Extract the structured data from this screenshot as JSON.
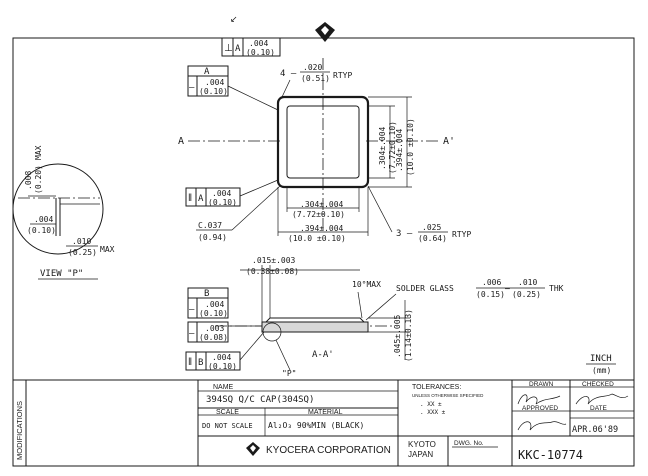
{
  "logo": {
    "company_mark": "KYOCERA symbol"
  },
  "top_fcf": {
    "symbol": "⊥",
    "datum": "A",
    "tol": ".004",
    "tol_mm": "(0.10)"
  },
  "corner_note": {
    "prefix": "4 —",
    "val": ".020",
    "val_mm": "(0.51)",
    "suffix": "RTYP"
  },
  "datum_a_box": {
    "label": "A",
    "tol": ".004",
    "tol_mm": "(0.10)"
  },
  "section_letters": {
    "left": "A",
    "right": "A'"
  },
  "vertical_dims": {
    "inner": {
      "val": ".304±.004",
      "val_mm": "(7.72±0.10)"
    },
    "outer": {
      "val": ".394±.004",
      "val_mm": "(10.0 ±0.10)"
    }
  },
  "left_fcf": {
    "symbol": "‖",
    "datum": "A",
    "tol": ".004",
    "tol_mm": "(0.10)"
  },
  "horizontal_dims": {
    "inner": {
      "val": ".304±.004",
      "val_mm": "(7.72±0.10)"
    },
    "outer": {
      "val": ".394±.004",
      "val_mm": "(10.0 ±0.10)"
    }
  },
  "chamfer": {
    "val": "C.037",
    "val_mm": "(0.94)"
  },
  "edge_note": {
    "prefix": "3 —",
    "val": ".025",
    "val_mm": "(0.64)",
    "suffix": "RTYP"
  },
  "view_p": {
    "max_vertical": {
      "val": ".008",
      "val_mm": "(0.20)",
      "suffix": "MAX"
    },
    "inner": {
      "val": ".004",
      "val_mm": "(0.10)"
    },
    "bottom": {
      "val": ".010",
      "val_mm": "(0.25)",
      "suffix": "MAX"
    },
    "caption": "VIEW \"P\""
  },
  "section_view": {
    "lip": {
      "val": ".015±.003",
      "val_mm": "(0.38±0.08)"
    },
    "glass_angle": {
      "val": "10°MAX"
    },
    "solder_glass": {
      "label": "SOLDER GLASS",
      "val1": ".006",
      "val1_mm": "(0.15)",
      "sep": "—",
      "val2": ".010",
      "val2_mm": "(0.25)",
      "suffix": "THK"
    },
    "height": {
      "val": ".045±.005",
      "val_mm": "(1.14±0.13)"
    },
    "datum_b_box": {
      "label": "B",
      "tol": ".004",
      "tol_mm": "(0.10)"
    },
    "flat_box": {
      "symbol": "—",
      "tol": ".003",
      "tol_mm": "(0.08)"
    },
    "par_box": {
      "symbol": "‖",
      "datum": "B",
      "tol": ".004",
      "tol_mm": "(0.10)"
    },
    "section_label": "A-A'",
    "detail_label": "\"P\""
  },
  "units": {
    "top": "INCH",
    "bottom": "(mm)"
  },
  "title_block": {
    "modifications": "MODIFICATIONS",
    "name_label": "NAME",
    "name_value": "394SQ Q/C CAP(304SQ)",
    "scale_label": "SCALE",
    "scale_value": "DO NOT SCALE",
    "material_label": "MATERIAL",
    "material_value": "Al₂O₃ 90%MIN (BLACK)",
    "tolerances_label": "TOLERANCES:",
    "tolerances_note": "UNLESS OTHERWISE SPECIFIED",
    "tol_row1": ". XX    ±",
    "tol_row2": ". XXX  ±",
    "drawn_label": "DRAWN",
    "checked_label": "CHECKED",
    "approved_label": "APPROVED",
    "date_label": "DATE",
    "date_value": "APR.06'89",
    "company": "KYOCERA CORPORATION",
    "location_top": "KYOTO",
    "location_bottom": "JAPAN",
    "dwg_label": "DWG. No.",
    "dwg_no": "KKC-10774"
  }
}
